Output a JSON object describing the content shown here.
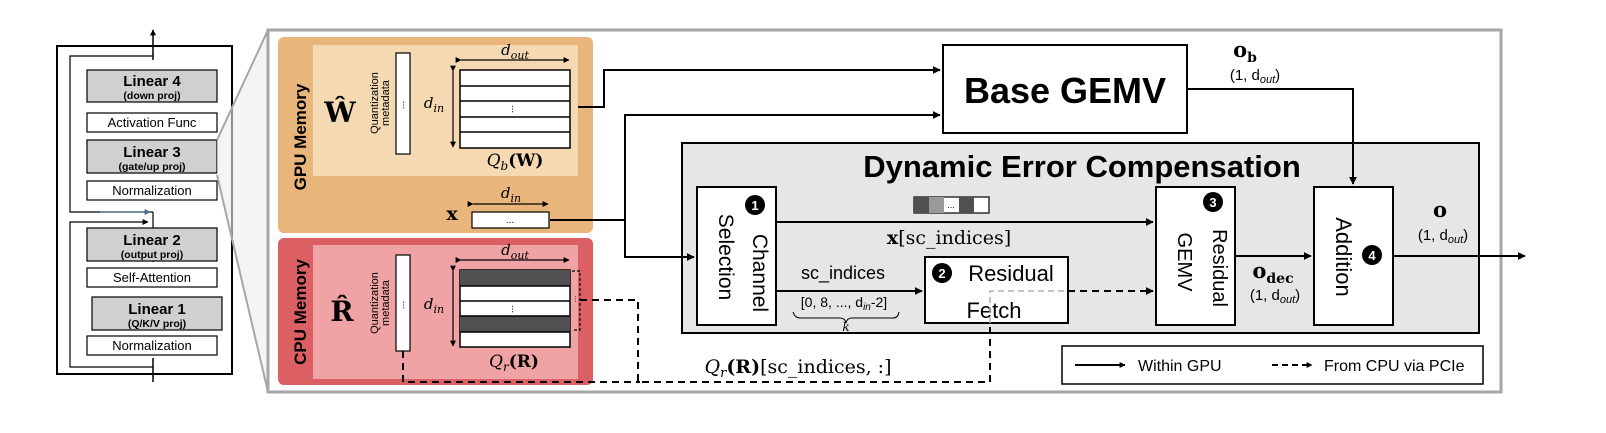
{
  "llm_block": {
    "linear4": "Linear 4",
    "linear4_sub": "(down proj)",
    "activation": "Activation Func",
    "linear3": "Linear 3",
    "linear3_sub": "(gate/up proj)",
    "normalization_top": "Normalization",
    "linear2": "Linear 2",
    "linear2_sub": "(output proj)",
    "self_attention": "Self-Attention",
    "linear1": "Linear 1",
    "linear1_sub": "(Q/K/V proj)",
    "normalization_bottom": "Normalization"
  },
  "gpu_memory": {
    "label": "GPU Memory",
    "symbol": "Ŵ",
    "quant_line1": "Quantization",
    "quant_line2": "metadata",
    "dots": "...",
    "d_out": "d",
    "d_out_sub": "out",
    "d_in": "d",
    "d_in_sub": "in",
    "matrix_label_pre": "Q",
    "matrix_label_sub": "b",
    "matrix_label_arg": "(W)",
    "x_symbol": "x",
    "x_dim": "d",
    "x_dim_sub": "in"
  },
  "cpu_memory": {
    "label": "CPU Memory",
    "symbol": "R̂",
    "quant_line1": "Quantization",
    "quant_line2": "metadata",
    "dots": "...",
    "d_out": "d",
    "d_out_sub": "out",
    "d_in": "d",
    "d_in_sub": "in",
    "matrix_label_pre": "Q",
    "matrix_label_sub": "r",
    "matrix_label_arg": "(R)"
  },
  "base_gemv": {
    "label": "Base GEMV",
    "output_symbol": "o",
    "output_sub": "b",
    "output_shape_pre": "(1, d",
    "output_shape_sub": "out",
    "output_shape_post": ")"
  },
  "dec": {
    "title": "Dynamic Error Compensation",
    "channel_selection_line1": "Channel",
    "channel_selection_line2": "Selection",
    "channel_num": "1",
    "residual_fetch_line1": "Residual",
    "residual_fetch_line2": "Fetch",
    "residual_fetch_num": "2",
    "residual_gemv_line1": "Residual",
    "residual_gemv_line2": "GEMV",
    "residual_gemv_num": "3",
    "addition": "Addition",
    "addition_num": "4",
    "x_sc_pre": "x",
    "x_sc_post": "[sc_indices]",
    "sc_indices": "sc_indices",
    "indices_example_pre": "[0, 8, ..., d",
    "indices_example_sub": "in",
    "indices_example_post": "-2]",
    "k": "k",
    "vec_dots": "...",
    "o_dec_symbol": "o",
    "o_dec_sub": "dec",
    "o_dec_shape_pre": "(1, d",
    "o_dec_shape_sub": "out",
    "o_dec_shape_post": ")"
  },
  "output": {
    "symbol": "o",
    "shape_pre": "(1, d",
    "shape_sub": "out",
    "shape_post": ")"
  },
  "qr_label": {
    "pre": "Q",
    "sub": "r",
    "arg": "(R)",
    "post": "[sc_indices, :]"
  },
  "legend": {
    "within_gpu": "Within GPU",
    "from_cpu": "From CPU via PCIe"
  },
  "colors": {
    "gpu_fill": "#e8b57a",
    "gpu_inner": "#f5d9b3",
    "cpu_fill": "#dc5f63",
    "cpu_inner": "#f0a3a5",
    "dec_fill": "#e6e6e6",
    "panel_border": "#a6a6a6",
    "linear_fill": "#d0d0d0",
    "dark_row": "#505050"
  }
}
